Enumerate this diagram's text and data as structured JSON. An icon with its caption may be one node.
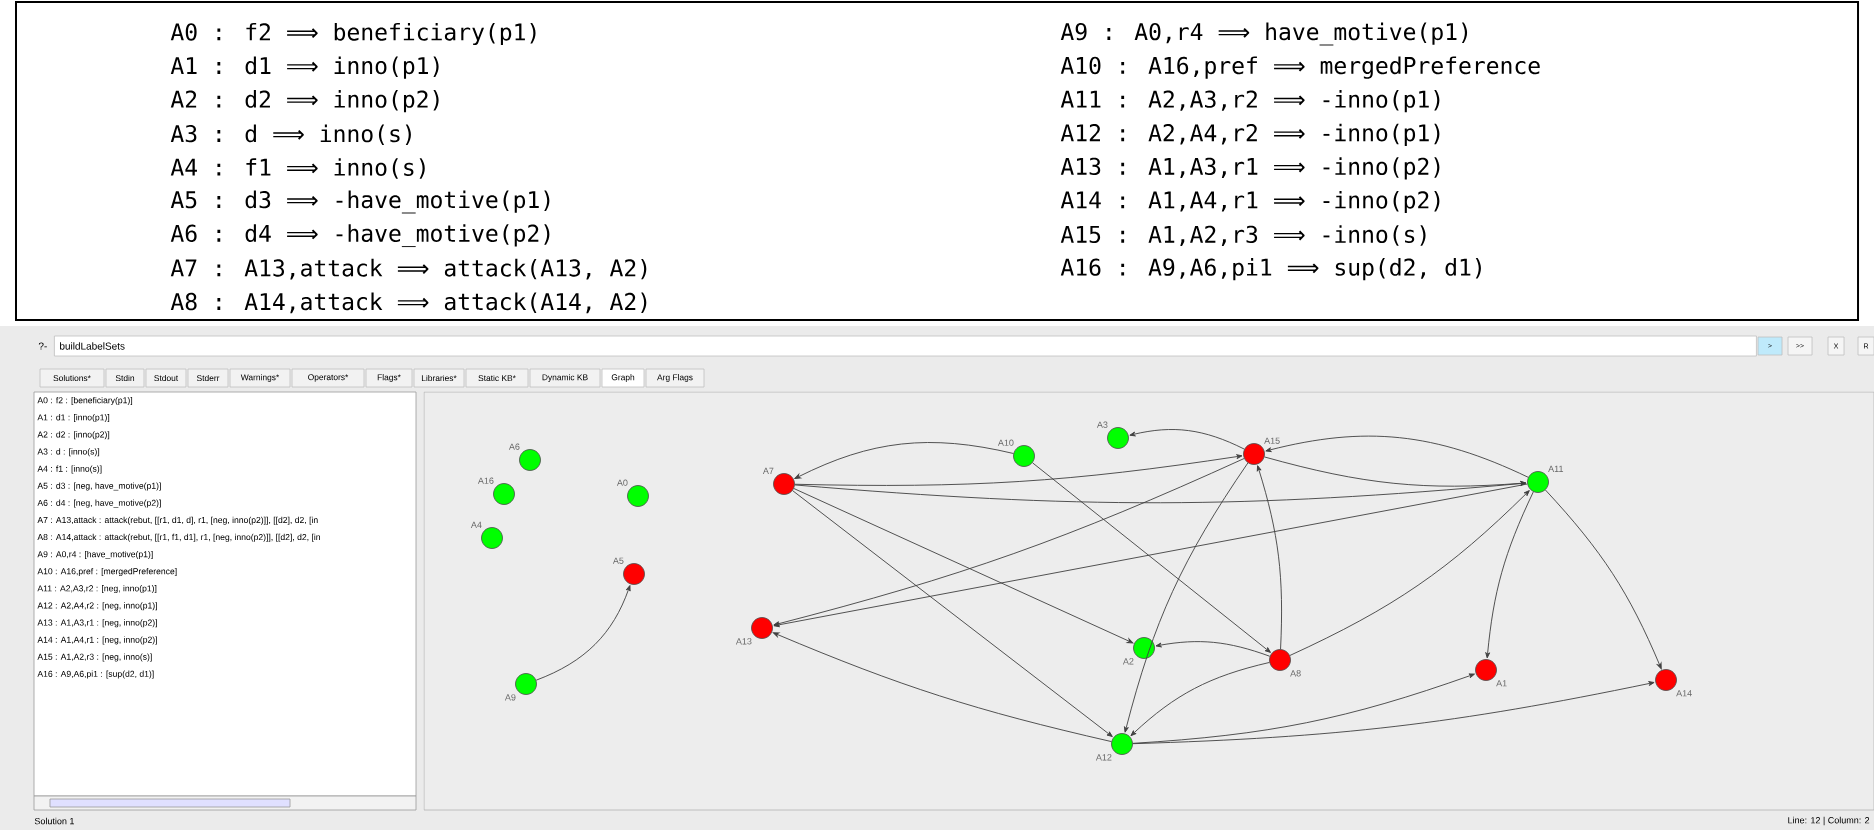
{
  "diagram": {
    "nodes": [
      {
        "text": [
          "A0"
        ]
      },
      {
        "text": [
          "A1"
        ]
      },
      {
        "text": [
          "A2"
        ]
      },
      {
        "text": [
          "A3"
        ]
      },
      {
        "text": [
          "A4"
        ]
      },
      {
        "text": [
          "A5"
        ]
      },
      {
        "text": [
          "A6"
        ]
      },
      {
        "text": [
          "A7"
        ]
      },
      {
        "text": [
          "A8"
        ]
      },
      {
        "text": [
          "A9"
        ]
      },
      {
        "text": [
          "A10"
        ]
      },
      {
        "text": [
          "A11"
        ]
      },
      {
        "text": [
          "A12"
        ]
      },
      {
        "text": [
          "A13"
        ]
      },
      {
        "text": [
          "A14"
        ]
      },
      {
        "text": [
          "A15"
        ]
      },
      {
        "text": [
          "A16"
        ]
      }
    ],
    "edges": [
      {
        "from": 9,
        "to": 5,
        "arrow": "to"
      },
      {
        "from": 10,
        "to": 7,
        "arrow": "to"
      },
      {
        "from": 10,
        "to": 8,
        "arrow": "to"
      },
      {
        "from": 7,
        "to": 2,
        "arrow": "to"
      },
      {
        "from": 7,
        "to": 12,
        "arrow": "to"
      },
      {
        "from": 12,
        "to": 13,
        "arrow": "to"
      },
      {
        "from": 7,
        "to": 11,
        "arrow": "to"
      },
      {
        "from": 7,
        "to": 15,
        "arrow": "to"
      },
      {
        "from": 15,
        "to": 13,
        "arrow": "to"
      },
      {
        "from": 11,
        "to": 13,
        "arrow": "to"
      },
      {
        "from": 15,
        "to": 3,
        "arrow": "to"
      },
      {
        "from": 11,
        "to": 15,
        "arrow": "to"
      },
      {
        "from": 15,
        "to": 11,
        "arrow": "to"
      },
      {
        "from": 8,
        "to": 15,
        "arrow": "to"
      },
      {
        "from": 15,
        "to": 12,
        "arrow": "to"
      },
      {
        "from": 8,
        "to": 12,
        "arrow": "to"
      },
      {
        "from": 8,
        "to": 11,
        "arrow": "to"
      },
      {
        "from": 8,
        "to": 2,
        "arrow": "to"
      },
      {
        "from": 11,
        "to": 1,
        "arrow": "to"
      },
      {
        "from": 11,
        "to": 14,
        "arrow": "to"
      },
      {
        "from": 12,
        "to": 1,
        "arrow": "to"
      },
      {
        "from": 12,
        "to": 14,
        "arrow": "to"
      }
    ],
    "labels": [
      "A0 : f2 ⟹ beneficiary(p1)",
      "A1 : d1 ⟹ inno(p1)",
      "A2 : d2 ⟹ inno(p2)",
      "A3 : d ⟹ inno(s)",
      "A4 : f1 ⟹ inno(s)",
      "A5 : d3 ⟹ -have_motive(p1)",
      "A6 : d4 ⟹ -have_motive(p2)",
      "A7 : A13,attack ⟹ attack(A13, A2)",
      "A8 : A14,attack ⟹ attack(A14, A2)",
      "A9 : A0,r4 ⟹ have_motive(p1)",
      "A10 : A16,pref ⟹ mergedPreference",
      "A11 : A2,A3,r2 ⟹ -inno(p1)",
      "A12 : A2,A4,r2 ⟹ -inno(p1)",
      "A13 : A1,A3,r1 ⟹ -inno(p2)",
      "A14 : A1,A4,r1 ⟹ -inno(p2)",
      "A15 : A1,A2,r3 ⟹ -inno(s)",
      "A16 : A9,A6,pi1 ⟹ sup(d2, d1)",
      "?-",
      "buildLabelSets",
      ">",
      ">>",
      "X",
      "R",
      "Solutions*",
      "Stdin",
      "Stdout",
      "Stderr",
      "Warnings*",
      "Operators*",
      "Flags*",
      "Libraries*",
      "Static KB*",
      "Dynamic KB",
      "Graph",
      "Arg Flags",
      "A0 : f2 : [beneficiary(p1)]",
      "A1 : d1 : [inno(p1)]",
      "A2 : d2 : [inno(p2)]",
      "A3 : d : [inno(s)]",
      "A4 : f1 : [inno(s)]",
      "A5 : d3 : [neg, have_motive(p1)]",
      "A6 : d4 : [neg, have_motive(p2)]",
      "A7 : A13,attack : attack(rebut, [[r1, d1, d], r1, [neg, inno(p2)]], [[d2], d2, [in",
      "A8 : A14,attack : attack(rebut, [[r1, f1, d1], r1, [neg, inno(p2)]], [[d2], d2, [in",
      "A9 : A0,r4 : [have_motive(p1)]",
      "A10 : A16,pref : [mergedPreference]",
      "A11 : A2,A3,r2 : [neg, inno(p1)]",
      "A12 : A2,A4,r2 : [neg, inno(p1)]",
      "A13 : A1,A3,r1 : [neg, inno(p2)]",
      "A14 : A1,A4,r1 : [neg, inno(p2)]",
      "A15 : A1,A2,r3 : [neg, inno(s)]",
      "A16 : A9,A6,pi1 : [sup(d2, d1)]",
      "Solution 1",
      "Line: 12 | Column: 2"
    ]
  }
}
